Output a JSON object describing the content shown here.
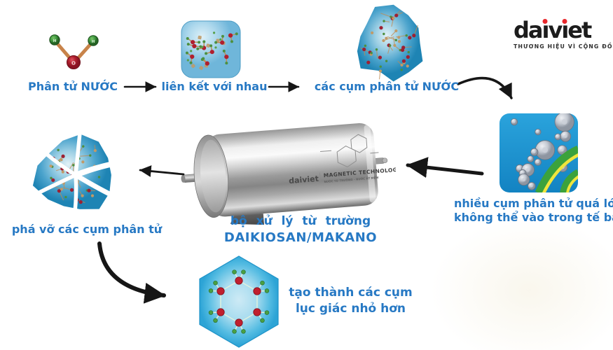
{
  "brand": {
    "logo_text": "daiviet",
    "tagline": "THƯƠNG HIỆU VÌ CỘNG ĐỒNG",
    "logo_color": "#1c1c1c",
    "dot_color": "#e8282c"
  },
  "flow": {
    "step1": {
      "label": "Phân tử NƯỚC",
      "icon": "water-molecule-icon"
    },
    "step2": {
      "label": "liên kết với nhau",
      "icon": "bonded-molecules-icon"
    },
    "step3": {
      "label": "các cụm phân tử NƯỚC",
      "icon": "water-cluster-icon"
    },
    "step4": {
      "label_line1": "nhiều cụm phân tử quá lớn",
      "label_line2": "không thể vào trong tế bào",
      "icon": "clusters-blocked-cell-icon"
    },
    "device": {
      "label_line1": "bộ xử lý từ trường",
      "label_line2": "DAIKIOSAN/MAKANO"
    },
    "step5": {
      "label": "phá vỡ các cụm phân tử",
      "icon": "broken-cluster-icon"
    },
    "step6": {
      "label_line1": "tạo thành các cụm",
      "label_line2": "lục giác nhỏ hơn",
      "icon": "hexagon-cluster-icon"
    }
  },
  "device_plate": {
    "brand": "daiviet",
    "title": "MAGNETIC TECHNOLOGY",
    "subtitle": "NƯỚC TỪ TRƯỜNG - NƯỚC ẤT MÊM"
  },
  "water_molecule": {
    "oxygen_label": "O",
    "hydrogen_label": "H"
  },
  "colors": {
    "label_blue": "#2779c4",
    "arrow_black": "#161616",
    "cell_square_blue": "#1e97d2",
    "band_green": "#3ba23c",
    "band_yellow": "#efe53c",
    "atom_red": "#b01f2e",
    "atom_green": "#4c9040",
    "bond_tan": "#c08a52",
    "logo_black": "#1c1c1c",
    "logo_dot_red": "#e8282c"
  }
}
